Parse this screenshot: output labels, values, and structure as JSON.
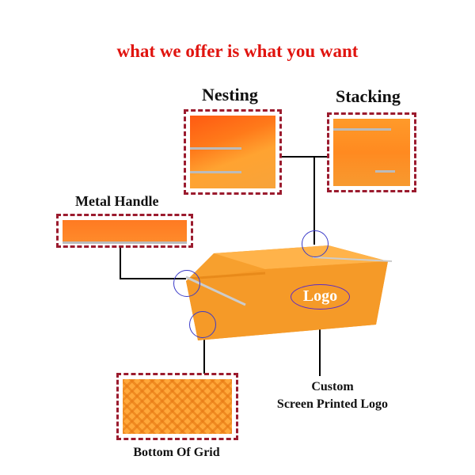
{
  "title": "what we offer is what you want",
  "labels": {
    "nesting": "Nesting",
    "stacking": "Stacking",
    "metal_handle": "Metal Handle",
    "custom_line1": "Custom",
    "custom_line2": "Screen Printed Logo",
    "bottom_grid": "Bottom Of Grid"
  },
  "crate_logo": "Logo",
  "colors": {
    "title": "#e0140f",
    "crate": "#f7a02e",
    "dashed_border": "#9b1b2e",
    "circle": "#3b3bc8"
  }
}
